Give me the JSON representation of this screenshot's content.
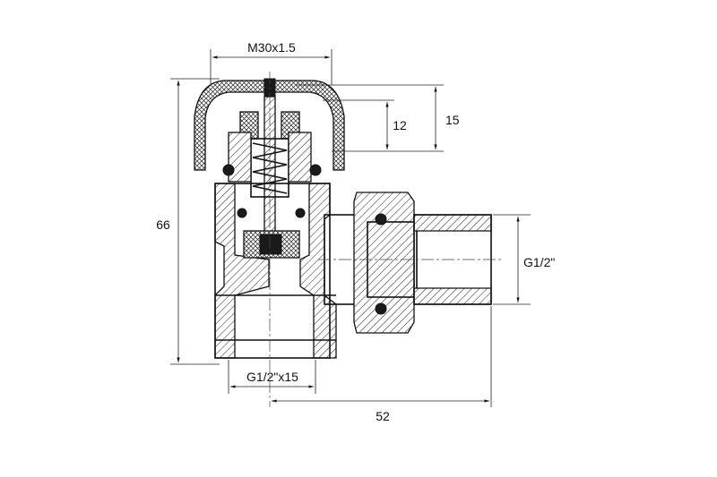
{
  "dimensions": {
    "thread_top": "M30x1.5",
    "height_12": "12",
    "height_15": "15",
    "overall_height": "66",
    "outlet_thread": "G1/2\"",
    "inlet_thread": "G1/2\"x15",
    "overall_length": "52"
  },
  "colors": {
    "line": "#111111",
    "background": "#ffffff"
  }
}
